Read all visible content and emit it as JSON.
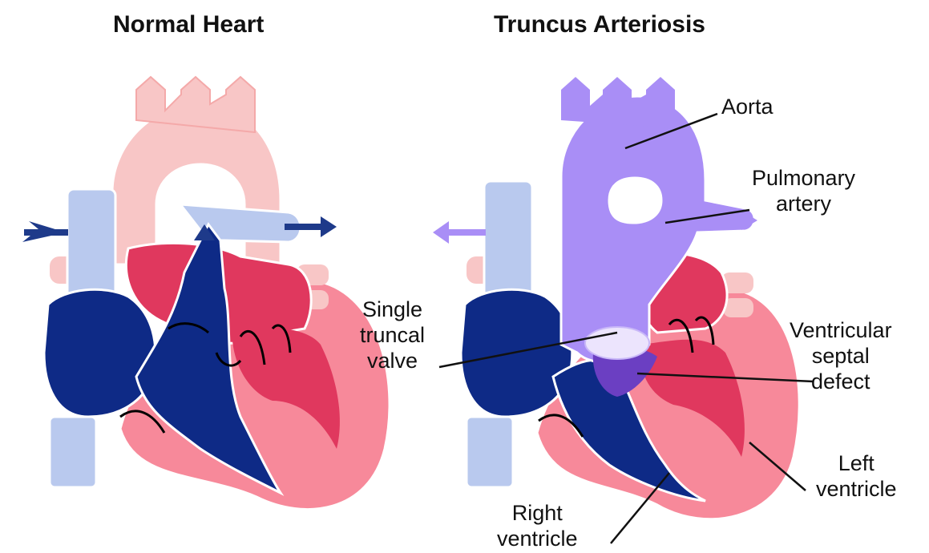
{
  "titles": {
    "left": "Normal Heart",
    "right": "Truncus Arteriosis"
  },
  "labels": {
    "aorta": "Aorta",
    "pulmonary_1": "Pulmonary",
    "pulmonary_2": "artery",
    "single_1": "Single",
    "single_2": "truncal",
    "single_3": "valve",
    "vsd_1": "Ventricular",
    "vsd_2": "septal",
    "vsd_3": "defect",
    "lv_1": "Left",
    "lv_2": "ventricle",
    "rv_1": "Right",
    "rv_2": "ventricle"
  },
  "colors": {
    "oxygenated_pale": "#f8c6c6",
    "oxygenated_chamber": "#e0385e",
    "ventricle_wall": "#f7899a",
    "deoxygenated": "#0e2a86",
    "vein_pale_blue": "#b9c9ee",
    "mixed_purple": "#a98ef6",
    "vsd_purple": "#6b3fc2",
    "outline": "#ffffff",
    "text": "#111111"
  }
}
